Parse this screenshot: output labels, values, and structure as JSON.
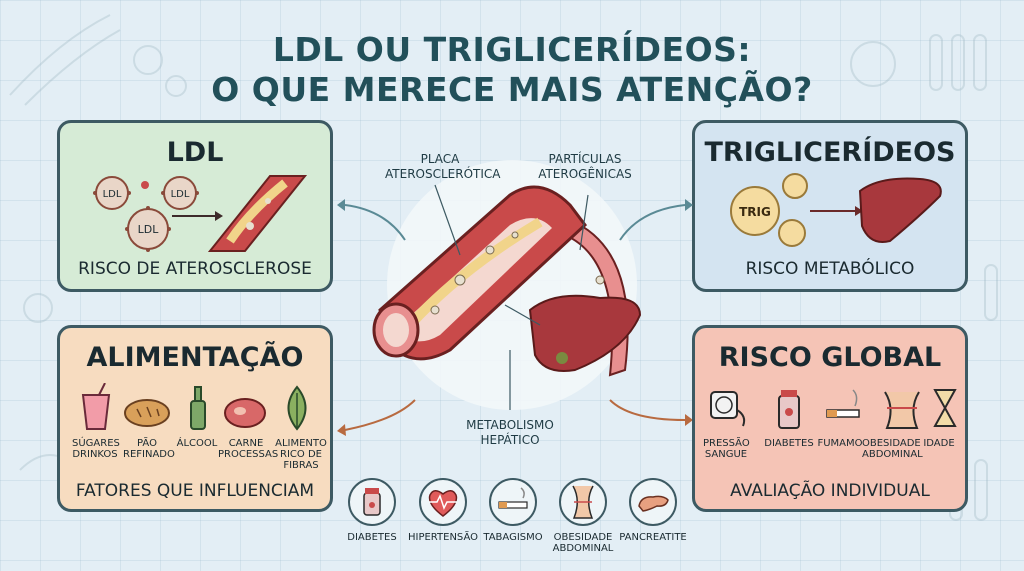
{
  "title": {
    "line1": "LDL OU TRIGLICERÍDEOS:",
    "line2": "O QUE MERECE MAIS ATENÇÃO?"
  },
  "ldl": {
    "title": "LDL",
    "particle_labels": [
      "LDL",
      "LDL",
      "LDL"
    ],
    "footer": "RISCO DE ATEROSCLEROSE"
  },
  "trig": {
    "title": "TRIGLICERÍDEOS",
    "particle_label": "TRIG",
    "footer": "RISCO METABÓLICO"
  },
  "center": {
    "label_placa": [
      "PLACA",
      "ATEROSCLERÓTICA"
    ],
    "label_particulas": [
      "PARTÍCULAS",
      "ATEROGÊNICAS"
    ],
    "label_metabolismo": [
      "METABOLISMO",
      "HEPÁTICO"
    ]
  },
  "alim": {
    "title": "ALIMENTAÇÃO",
    "items": [
      {
        "l1": "SÚGARES",
        "l2": "DRINKOS",
        "l3": "",
        "icon": "drink-icon"
      },
      {
        "l1": "PÃO",
        "l2": "REFINADO",
        "l3": "",
        "icon": "bread-icon"
      },
      {
        "l1": "ÁLCOOL",
        "l2": "",
        "l3": "",
        "icon": "bottle-icon"
      },
      {
        "l1": "CARNE",
        "l2": "PROCESSAS",
        "l3": "",
        "icon": "meat-icon"
      },
      {
        "l1": "ALIMENTO",
        "l2": "RICO DE",
        "l3": "FIBRAS",
        "icon": "leaf-icon"
      }
    ],
    "footer": "FATORES QUE INFLUENCIAM"
  },
  "risco": {
    "title": "RISCO GLOBAL",
    "items": [
      {
        "l1": "PRESSÃO",
        "l2": "SANGUE",
        "icon": "pressure-gauge-icon"
      },
      {
        "l1": "DIABETES",
        "l2": "",
        "icon": "medicine-jar-icon"
      },
      {
        "l1": "FUMAMO",
        "l2": "",
        "icon": "cigarette-icon"
      },
      {
        "l1": "OBESIDADE",
        "l2": "ABDOMINAL",
        "icon": "waist-icon"
      },
      {
        "l1": "IDADE",
        "l2": "",
        "icon": "hourglass-icon"
      }
    ],
    "footer": "AVALIAÇÃO INDIVIDUAL"
  },
  "bottom": [
    {
      "l1": "DIABETES",
      "l2": "",
      "icon": "jar-icon"
    },
    {
      "l1": "HIPERTENSÃO",
      "l2": "",
      "icon": "heart-pulse-icon"
    },
    {
      "l1": "TABAGISMO",
      "l2": "",
      "icon": "cigarette-icon"
    },
    {
      "l1": "OBESIDADE",
      "l2": "ABDOMINAL",
      "icon": "waist-icon"
    },
    {
      "l1": "PANCREATITE",
      "l2": "",
      "icon": "pancreas-icon"
    }
  ],
  "colors": {
    "ldl_bg": "#d6ebd6",
    "trig_bg": "#d4e4f1",
    "alim_bg": "#f7dcc0",
    "risco_bg": "#f5c4b6",
    "artery": "#c94a4a",
    "liver": "#a8383d"
  }
}
